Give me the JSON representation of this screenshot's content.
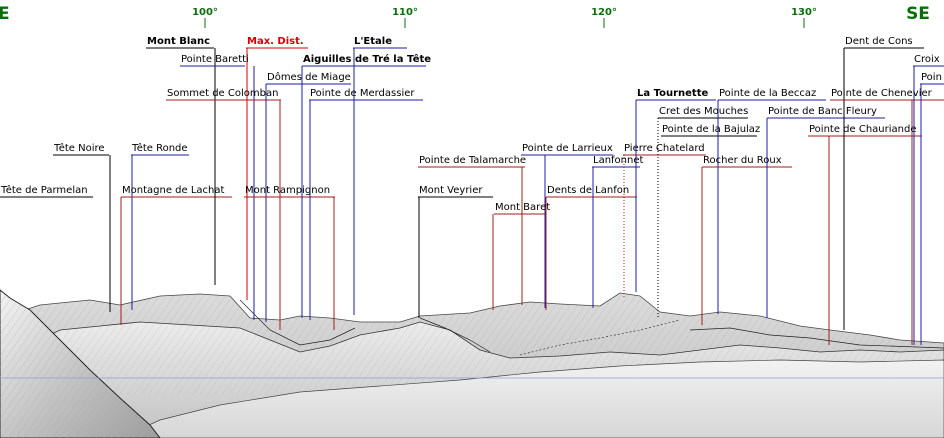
{
  "compass": {
    "west": "E",
    "east": "SE",
    "degree_ticks": [
      "100°",
      "110°",
      "120°",
      "130°"
    ]
  },
  "colors": {
    "blue": "#1e1ea0",
    "red": "#a01e1e",
    "black": "#000000",
    "green": "#0a6e0a",
    "max_dist": "#d40000"
  },
  "peaks": [
    {
      "name": "Tête de Parmelan",
      "color": "black",
      "bold": false
    },
    {
      "name": "Tête Noire",
      "color": "black",
      "bold": false
    },
    {
      "name": "Tête Ronde",
      "color": "blue",
      "bold": false
    },
    {
      "name": "Montagne de Lachat",
      "color": "red",
      "bold": false
    },
    {
      "name": "Mont Blanc",
      "color": "black",
      "bold": true
    },
    {
      "name": "Pointe Baretti",
      "color": "blue",
      "bold": false
    },
    {
      "name": "Max. Dist.",
      "color": "max_dist",
      "bold": true
    },
    {
      "name": "Sommet de Colomban",
      "color": "red",
      "bold": false
    },
    {
      "name": "Dômes de Miage",
      "color": "blue",
      "bold": false
    },
    {
      "name": "Mont Rampignon",
      "color": "red",
      "bold": false
    },
    {
      "name": "Aiguilles de Tré la Tête",
      "color": "blue",
      "bold": true
    },
    {
      "name": "L'Etale",
      "color": "blue",
      "bold": true
    },
    {
      "name": "Pointe de Merdassier",
      "color": "blue",
      "bold": false
    },
    {
      "name": "Pointe de Talamarche",
      "color": "red",
      "bold": false
    },
    {
      "name": "Mont Veyrier",
      "color": "black",
      "bold": false
    },
    {
      "name": "Mont Baret",
      "color": "red",
      "bold": false
    },
    {
      "name": "Pointe de Larrieux",
      "color": "blue",
      "bold": false
    },
    {
      "name": "Dents de Lanfon",
      "color": "red",
      "bold": false
    },
    {
      "name": "Lanfonnet",
      "color": "blue",
      "bold": false
    },
    {
      "name": "Pierre Chatelard",
      "color": "red",
      "bold": false
    },
    {
      "name": "La Tournette",
      "color": "blue",
      "bold": true
    },
    {
      "name": "Cret des Mouches",
      "color": "black",
      "bold": false
    },
    {
      "name": "Pointe de la Bajulaz",
      "color": "black",
      "bold": false
    },
    {
      "name": "Pointe de la Beccaz",
      "color": "blue",
      "bold": false
    },
    {
      "name": "Rocher du Roux",
      "color": "red",
      "bold": false
    },
    {
      "name": "Pointe de Banc Fleury",
      "color": "blue",
      "bold": false
    },
    {
      "name": "Pointe de Chauriande",
      "color": "red",
      "bold": false
    },
    {
      "name": "Dent de Cons",
      "color": "black",
      "bold": false
    },
    {
      "name": "Pointe de Chenevier",
      "color": "red",
      "bold": false
    },
    {
      "name": "Croix",
      "color": "blue",
      "bold": false
    },
    {
      "name": "Poin",
      "color": "blue",
      "bold": false
    }
  ]
}
